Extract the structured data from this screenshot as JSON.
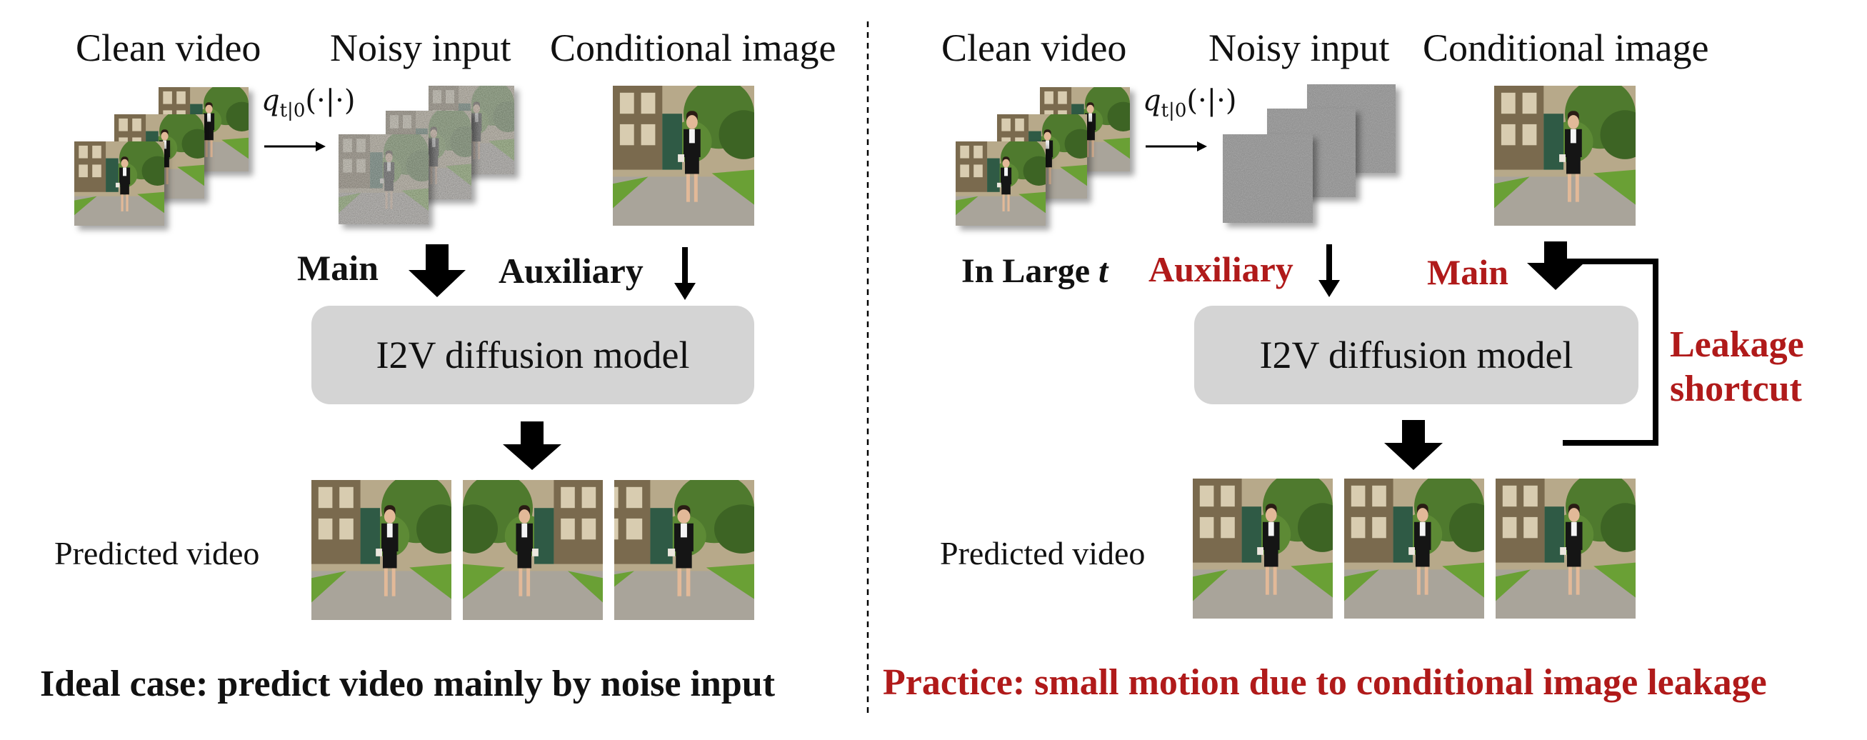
{
  "left": {
    "headers": {
      "clean_video": "Clean video",
      "noisy_input": "Noisy input",
      "conditional_image": "Conditional image"
    },
    "q_label": {
      "base": "q",
      "sub": "t|0",
      "args": "(·|·)"
    },
    "main_label": "Main",
    "auxiliary_label": "Auxiliary",
    "model_label": "I2V diffusion model",
    "predicted_label": "Predicted video",
    "caption": "Ideal case: predict video mainly by noise input"
  },
  "right": {
    "headers": {
      "clean_video": "Clean video",
      "noisy_input": "Noisy input",
      "conditional_image": "Conditional image"
    },
    "q_label": {
      "base": "q",
      "sub": "t|0",
      "args": "(·|·)"
    },
    "in_large_label": "In Large ",
    "in_large_t": "t",
    "auxiliary_label": "Auxiliary",
    "main_label": "Main",
    "model_label": "I2V diffusion model",
    "leakage_line1": "Leakage",
    "leakage_line2": "shortcut",
    "predicted_label": "Predicted video",
    "caption": "Practice: small motion due to conditional image leakage"
  },
  "colors": {
    "accent_red": "#b01a1a",
    "model_fill": "#d4d4d4",
    "arrow": "#000000"
  }
}
